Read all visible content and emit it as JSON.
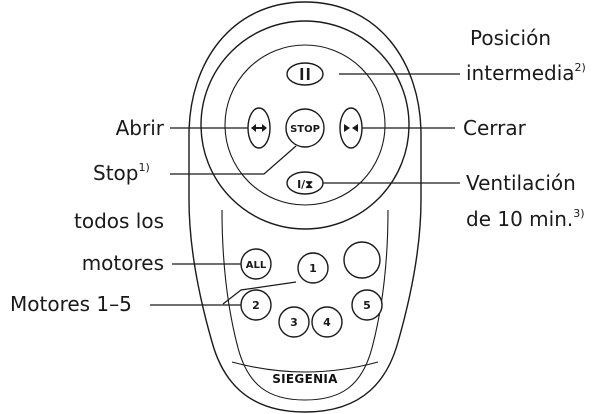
{
  "labels": {
    "intermediate_line1": "Posición",
    "intermediate_line2": "intermedia",
    "intermediate_note": "2)",
    "open": "Abrir",
    "close": "Cerrar",
    "stop": "Stop",
    "stop_note": "1)",
    "ventilation_line1": "Ventilación",
    "ventilation_line2": "de 10 min.",
    "ventilation_note": "3)",
    "all_line1": "todos los",
    "all_line2": "motores",
    "motors": "Motores 1–5"
  },
  "remote": {
    "brand": "SIEGENIA",
    "buttons": {
      "stop": "STOP",
      "all": "ALL",
      "motor_1": "1",
      "motor_2": "2",
      "motor_3": "3",
      "motor_4": "4",
      "motor_5": "5",
      "ventilation": "I/⧗"
    },
    "icons": [
      "pause-icon",
      "open-arrows-icon",
      "close-arrows-icon",
      "ventilation-timer-icon"
    ]
  }
}
